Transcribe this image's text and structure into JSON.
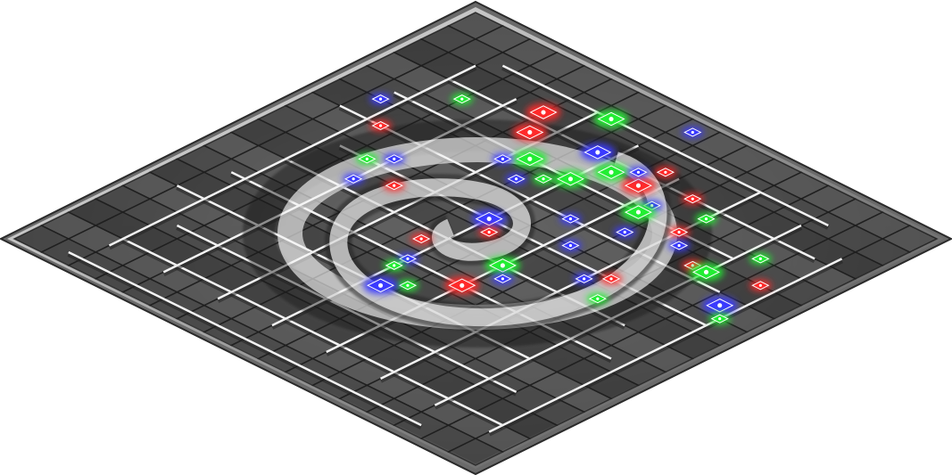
{
  "board": {
    "colors": {
      "frame_dark": "#3a3a3a",
      "frame_mid": "#8a8a8a",
      "frame_light": "#e6e6e6",
      "wire_light": "#f2f2f2",
      "wire_shadow": "#222222",
      "swirl": "#ffffff"
    },
    "node_palette": {
      "red": "#ff2a2a",
      "green": "#22ee33",
      "blue": "#3a3aff"
    },
    "nodes_left": [
      {
        "row": 1,
        "col": 17,
        "color": "blue",
        "size": "small"
      },
      {
        "row": 3,
        "col": 13,
        "color": "green",
        "size": "large"
      },
      {
        "row": 6,
        "col": 15,
        "color": "blue",
        "size": "large"
      },
      {
        "row": 5,
        "col": 10,
        "color": "red",
        "size": "large"
      },
      {
        "row": 7,
        "col": 6,
        "color": "green",
        "size": "small"
      },
      {
        "row": 10,
        "col": 3,
        "color": "blue",
        "size": "small"
      },
      {
        "row": 12,
        "col": 5,
        "color": "red",
        "size": "small"
      },
      {
        "row": 14,
        "col": 8,
        "color": "blue",
        "size": "small"
      },
      {
        "row": 15,
        "col": 7,
        "color": "green",
        "size": "small"
      },
      {
        "row": 17,
        "col": 8,
        "color": "blue",
        "size": "small"
      },
      {
        "row": 16,
        "col": 10,
        "color": "red",
        "size": "small"
      },
      {
        "row": 7,
        "col": 11,
        "color": "red",
        "size": "large"
      },
      {
        "row": 9,
        "col": 13,
        "color": "green",
        "size": "large"
      },
      {
        "row": 10,
        "col": 12,
        "color": "blue",
        "size": "small"
      },
      {
        "row": 11,
        "col": 14,
        "color": "blue",
        "size": "small"
      },
      {
        "row": 9,
        "col": 16,
        "color": "green",
        "size": "large"
      },
      {
        "row": 7,
        "col": 17,
        "color": "green",
        "size": "large"
      },
      {
        "row": 7,
        "col": 19,
        "color": "red",
        "size": "large"
      },
      {
        "row": 10,
        "col": 15,
        "color": "green",
        "size": "small"
      },
      {
        "row": 8,
        "col": 21,
        "color": "blue",
        "size": "small"
      },
      {
        "row": 9,
        "col": 21,
        "color": "green",
        "size": "large"
      },
      {
        "row": 12,
        "col": 19,
        "color": "blue",
        "size": "small"
      },
      {
        "row": 15,
        "col": 16,
        "color": "blue",
        "size": "large"
      },
      {
        "row": 16,
        "col": 17,
        "color": "red",
        "size": "small"
      },
      {
        "row": 19,
        "col": 15,
        "color": "red",
        "size": "small"
      },
      {
        "row": 18,
        "col": 20,
        "color": "green",
        "size": "large"
      },
      {
        "row": 19,
        "col": 21,
        "color": "blue",
        "size": "small"
      },
      {
        "row": 21,
        "col": 20,
        "color": "red",
        "size": "large"
      },
      {
        "row": 21,
        "col": 16,
        "color": "blue",
        "size": "small"
      },
      {
        "row": 22,
        "col": 16,
        "color": "green",
        "size": "small"
      },
      {
        "row": 23,
        "col": 18,
        "color": "green",
        "size": "small"
      },
      {
        "row": 24,
        "col": 17,
        "color": "blue",
        "size": "large"
      },
      {
        "row": 6,
        "col": 22,
        "color": "red",
        "size": "small"
      },
      {
        "row": 7,
        "col": 24,
        "color": "green",
        "size": "small"
      },
      {
        "row": 9,
        "col": 24,
        "color": "red",
        "size": "small"
      },
      {
        "row": 10,
        "col": 25,
        "color": "blue",
        "size": "small"
      },
      {
        "row": 11,
        "col": 27,
        "color": "red",
        "size": "small"
      },
      {
        "row": 11,
        "col": 28,
        "color": "green",
        "size": "large"
      },
      {
        "row": 8,
        "col": 29,
        "color": "green",
        "size": "small"
      },
      {
        "row": 10,
        "col": 31,
        "color": "red",
        "size": "small"
      },
      {
        "row": 13,
        "col": 31,
        "color": "blue",
        "size": "large"
      },
      {
        "row": 14,
        "col": 32,
        "color": "green",
        "size": "small"
      },
      {
        "row": 15,
        "col": 25,
        "color": "red",
        "size": "small"
      },
      {
        "row": 16,
        "col": 24,
        "color": "blue",
        "size": "small"
      },
      {
        "row": 17,
        "col": 26,
        "color": "green",
        "size": "small"
      },
      {
        "row": 14,
        "col": 21,
        "color": "blue",
        "size": "small"
      },
      {
        "row": 11,
        "col": 22,
        "color": "blue",
        "size": "small"
      },
      {
        "row": 5,
        "col": 19,
        "color": "red",
        "size": "small"
      },
      {
        "row": 6,
        "col": 18,
        "color": "blue",
        "size": "small"
      }
    ]
  }
}
